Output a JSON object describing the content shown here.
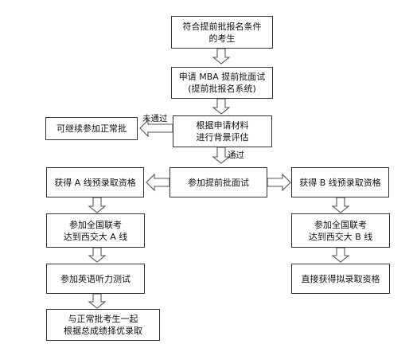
{
  "nodes": {
    "eligible": [
      "符合提前批报名条件",
      "的考生"
    ],
    "register": [
      "申请 MBA 提前批面试",
      "(提前批报名系统)"
    ],
    "evaluate": [
      "根据申请材料",
      "进行背景评估"
    ],
    "regular": [
      "可继续参加正常批"
    ],
    "interview": [
      "参加提前批面试"
    ],
    "get_a": [
      "获得 A 线预录取资格"
    ],
    "get_b": [
      "获得 B 线预录取资格"
    ],
    "exam_a": [
      "参加全国联考",
      "达到西交大 A 线"
    ],
    "exam_b": [
      "参加全国联考",
      "达到西交大 B 线"
    ],
    "english": [
      "参加英语听力测试"
    ],
    "final": [
      "与正常批考生一起",
      "根据总成绩择优录取"
    ],
    "direct": [
      "直接获得拟录取资格"
    ]
  },
  "edge_labels": {
    "not_passed": "未通过",
    "passed": "通过"
  }
}
